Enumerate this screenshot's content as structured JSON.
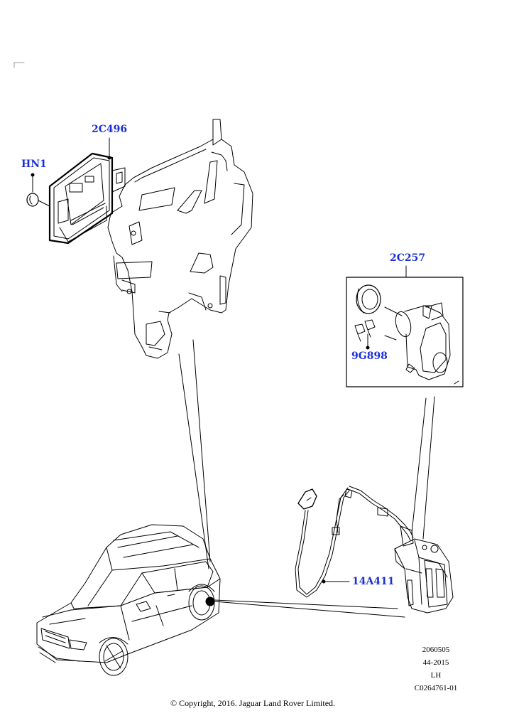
{
  "callouts": {
    "hn1": "HN1",
    "module_2c496": "2C496",
    "actuator_2c257": "2C257",
    "bolt_9g898": "9G898",
    "harness_14a411": "14A411"
  },
  "meta": {
    "line1": "2060505",
    "line2": "44-2015",
    "line3": "LH",
    "line4": "C0264761-01"
  },
  "copyright": "© Copyright, 2016. Jaguar Land Rover Limited.",
  "colors": {
    "callout": "#1c2fd6",
    "line": "#000000"
  }
}
